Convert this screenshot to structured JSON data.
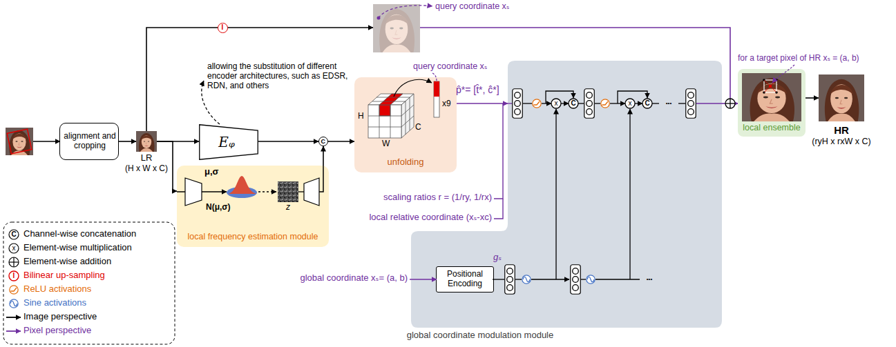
{
  "diagram": {
    "nodes": [
      {
        "text": [
          "alignment and cropping"
        ]
      },
      {
        "text": [
          "LR",
          "(H x W x C)"
        ]
      },
      {
        "text": [
          "query coordinate xₛ"
        ]
      },
      {
        "text": [
          "Eᵩ"
        ]
      },
      {
        "text": [
          "μ,σ",
          "N(μ,σ)",
          "z",
          "local frequency estimation module"
        ]
      },
      {
        "text": [
          "C"
        ]
      },
      {
        "text": [
          "H",
          "W",
          "C",
          "x9",
          "unfolding"
        ]
      },
      {
        "text": [
          "global coordinate modulation module"
        ]
      },
      {
        "text": [
          "Positional Encoding"
        ],
        "in": 7
      },
      {
        "text": [
          "local ensemble"
        ]
      },
      {
        "text": [
          "HR",
          "(ryH x rxW x C)"
        ]
      }
    ],
    "edges": [
      {
        "from": 0,
        "to": 1,
        "arrow": "to"
      },
      {
        "from": 1,
        "to": 2,
        "arrow": "to",
        "label": "I"
      },
      {
        "from": 1,
        "to": 3,
        "arrow": "to"
      },
      {
        "from": 1,
        "to": 4,
        "arrow": "to"
      },
      {
        "from": 3,
        "to": 5,
        "arrow": "to"
      },
      {
        "from": 4,
        "to": 5,
        "arrow": "to"
      },
      {
        "from": 5,
        "to": 6,
        "arrow": "to"
      },
      {
        "from": 6,
        "to": 7,
        "arrow": "to"
      },
      {
        "from": 7,
        "to": 9,
        "arrow": "to"
      },
      {
        "from": 2,
        "to": 9,
        "arrow": "to"
      },
      {
        "from": 9,
        "to": 10,
        "arrow": "to"
      }
    ],
    "labels": [
      "query coordinate xₛ",
      "allowing the substitution of different encoder architectures, such as EDSR, RDN, and others",
      "p̂*= [t̂*, ĉ*]",
      "scaling ratios r = (1/ry, 1/rx)",
      "local relative coordinate (xₛ-xc)",
      "global coordinate xₛ= (a, b)",
      "gₛ",
      "for a target pixel of HR xₛ = (a, b)",
      "x",
      "C",
      "x",
      "C",
      "•••",
      "•••",
      "C",
      "x",
      "I"
    ],
    "legend": [
      {
        "text": "Channel-wise concatenation"
      },
      {
        "text": "Element-wise multiplication"
      },
      {
        "text": "Element-wise addition"
      },
      {
        "text": "Bilinear up-sampling"
      },
      {
        "text": "ReLU activations"
      },
      {
        "text": "Sine activations"
      },
      {
        "text": "Image perspective"
      },
      {
        "text": "Pixel perspective"
      }
    ]
  }
}
